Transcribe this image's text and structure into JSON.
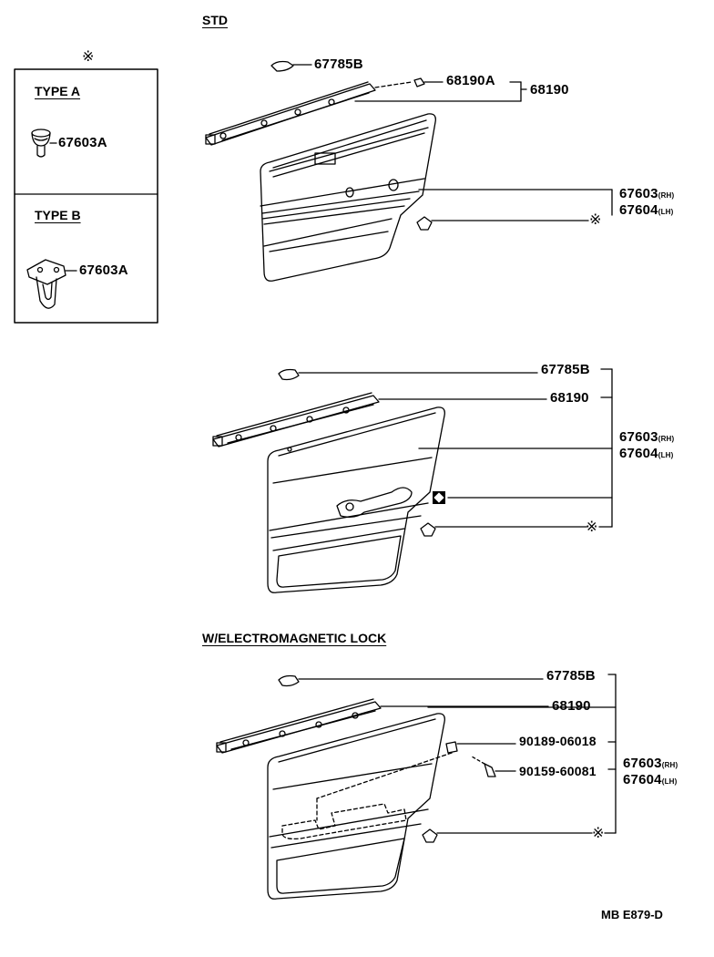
{
  "headings": {
    "std": "STD",
    "em_lock": "W/ELECTROMAGNETIC LOCK"
  },
  "legend": {
    "marker": "※",
    "type_a": {
      "title": "TYPE A",
      "part": "67603A"
    },
    "type_b": {
      "title": "TYPE B",
      "part": "67603A"
    }
  },
  "group1": {
    "p67785b": "67785B",
    "p68190a": "68190A",
    "p68190": "68190",
    "p67603": "67603",
    "p67604": "67604",
    "rh": "(RH)",
    "lh": "(LH)",
    "marker": "※"
  },
  "group2": {
    "p67785b": "67785B",
    "p68190": "68190",
    "p67603": "67603",
    "p67604": "67604",
    "rh": "(RH)",
    "lh": "(LH)",
    "marker": "※",
    "diamond_icon": "diamond-symbol"
  },
  "group3": {
    "p67785b": "67785B",
    "p68190": "68190",
    "p90189": "90189-06018",
    "p90159": "90159-60081",
    "p67603": "67603",
    "p67604": "67604",
    "rh": "(RH)",
    "lh": "(LH)",
    "marker": "※"
  },
  "drawing_code": "MB E879-D"
}
